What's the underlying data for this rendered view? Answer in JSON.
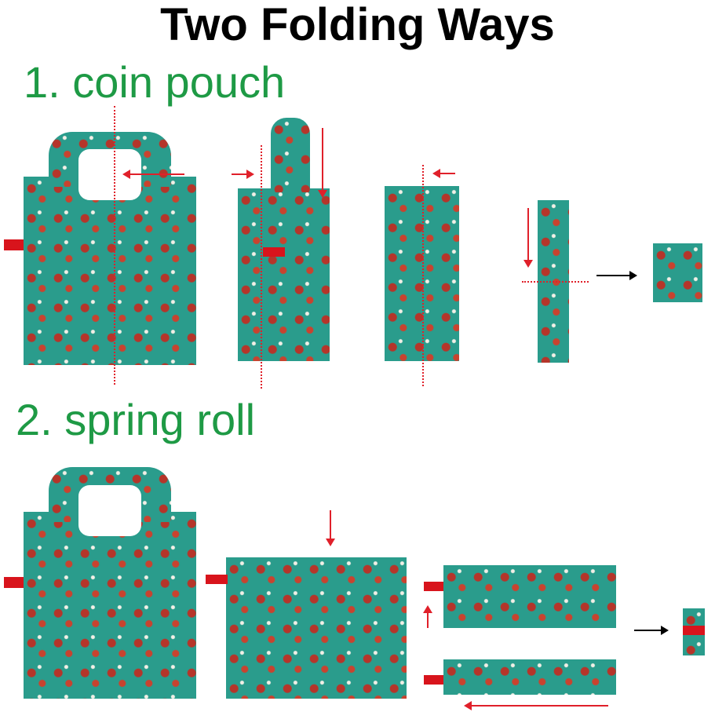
{
  "title": "Two Folding Ways",
  "sections": [
    {
      "label": "1. coin pouch"
    },
    {
      "label": "2. spring roll"
    }
  ]
}
